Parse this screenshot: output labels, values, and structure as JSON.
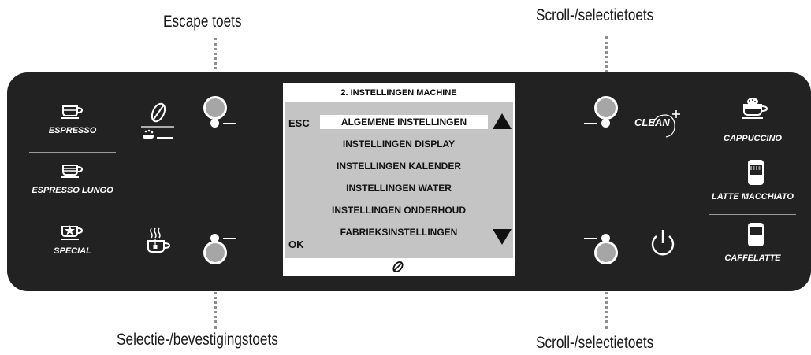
{
  "callouts": {
    "top_left": "Escape toets",
    "top_right": "Scroll-/selectietoets",
    "bottom_left": "Selectie-/bevestigingstoets",
    "bottom_right": "Scroll-/selectietoets"
  },
  "left_drinks": [
    {
      "label": "ESPRESSO",
      "icon": "espresso-cup-icon"
    },
    {
      "label": "ESPRESSO LUNGO",
      "icon": "espresso-lungo-cup-icon"
    },
    {
      "label": "SPECIAL",
      "icon": "special-star-cup-icon"
    }
  ],
  "right_drinks": [
    {
      "label": "CAPPUCCINO",
      "icon": "cappuccino-cup-icon"
    },
    {
      "label": "LATTE MACCHIATO",
      "icon": "latte-macchiato-glass-icon"
    },
    {
      "label": "CAFFELATTE",
      "icon": "caffelatte-glass-icon"
    }
  ],
  "clean_label": "CLEAN",
  "screen": {
    "title": "2. INSTELLINGEN MACHINE",
    "esc": "ESC",
    "ok": "OK",
    "items": [
      "ALGEMENE INSTELLINGEN",
      "INSTELLINGEN DISPLAY",
      "INSTELLINGEN KALENDER",
      "INSTELLINGEN WATER",
      "INSTELLINGEN ONDERHOUD",
      "FABRIEKSINSTELLINGEN"
    ],
    "selected_index": 0
  },
  "colors": {
    "panel": "#222222",
    "screen": "#c4c4c4",
    "knob": "#a6a6a6"
  }
}
